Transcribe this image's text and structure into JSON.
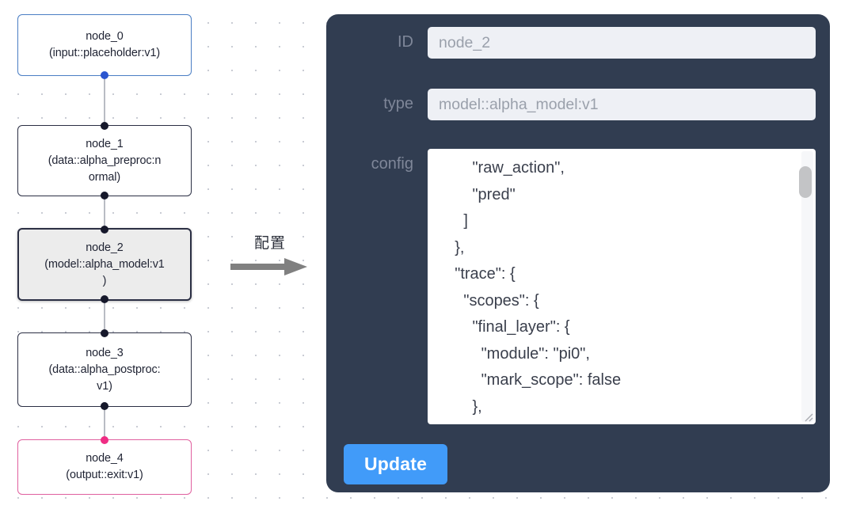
{
  "graph": {
    "nodes": [
      {
        "id": "node_0",
        "type_label": "(input::placeholder:v1)",
        "variant": "input"
      },
      {
        "id": "node_1",
        "type_label": "(data::alpha_preproc:n",
        "type_label2": "ormal)",
        "variant": "default"
      },
      {
        "id": "node_2",
        "type_label": "(model::alpha_model:v1",
        "type_label2": ")",
        "variant": "selected"
      },
      {
        "id": "node_3",
        "type_label": "(data::alpha_postproc:",
        "type_label2": "v1)",
        "variant": "default"
      },
      {
        "id": "node_4",
        "type_label": "(output::exit:v1)",
        "variant": "output"
      }
    ],
    "colors": {
      "input_border": "#4a7ec4",
      "input_handle": "#2b55cf",
      "output_border": "#e0609f",
      "output_handle": "#ef2d84",
      "default_border": "#2b2f44",
      "selected_fill": "#ececec",
      "edge": "#b9bcc4",
      "grid_dot": "#c9ccd4"
    }
  },
  "transition": {
    "label": "配置",
    "arrow_icon": "arrow-right-icon",
    "arrow_color": "#808080"
  },
  "inspector": {
    "panel_color": "#313d51",
    "fields": {
      "id": {
        "label": "ID",
        "value": "node_2",
        "placeholder": "node_2"
      },
      "type": {
        "label": "type",
        "value": "model::alpha_model:v1",
        "placeholder": "model::alpha_model:v1"
      },
      "config": {
        "label": "config",
        "value": "        \"raw_action\",\n        \"pred\"\n      ]\n    },\n    \"trace\": {\n      \"scopes\": {\n        \"final_layer\": {\n          \"module\": \"pi0\",\n          \"mark_scope\": false\n        },\n        \"action_model\": {"
      }
    },
    "update_button": {
      "label": "Update",
      "color": "#419bf9"
    },
    "scrollbar": {
      "thumb_color": "#c3c4c6",
      "track_color": "#f6f7f9"
    }
  }
}
